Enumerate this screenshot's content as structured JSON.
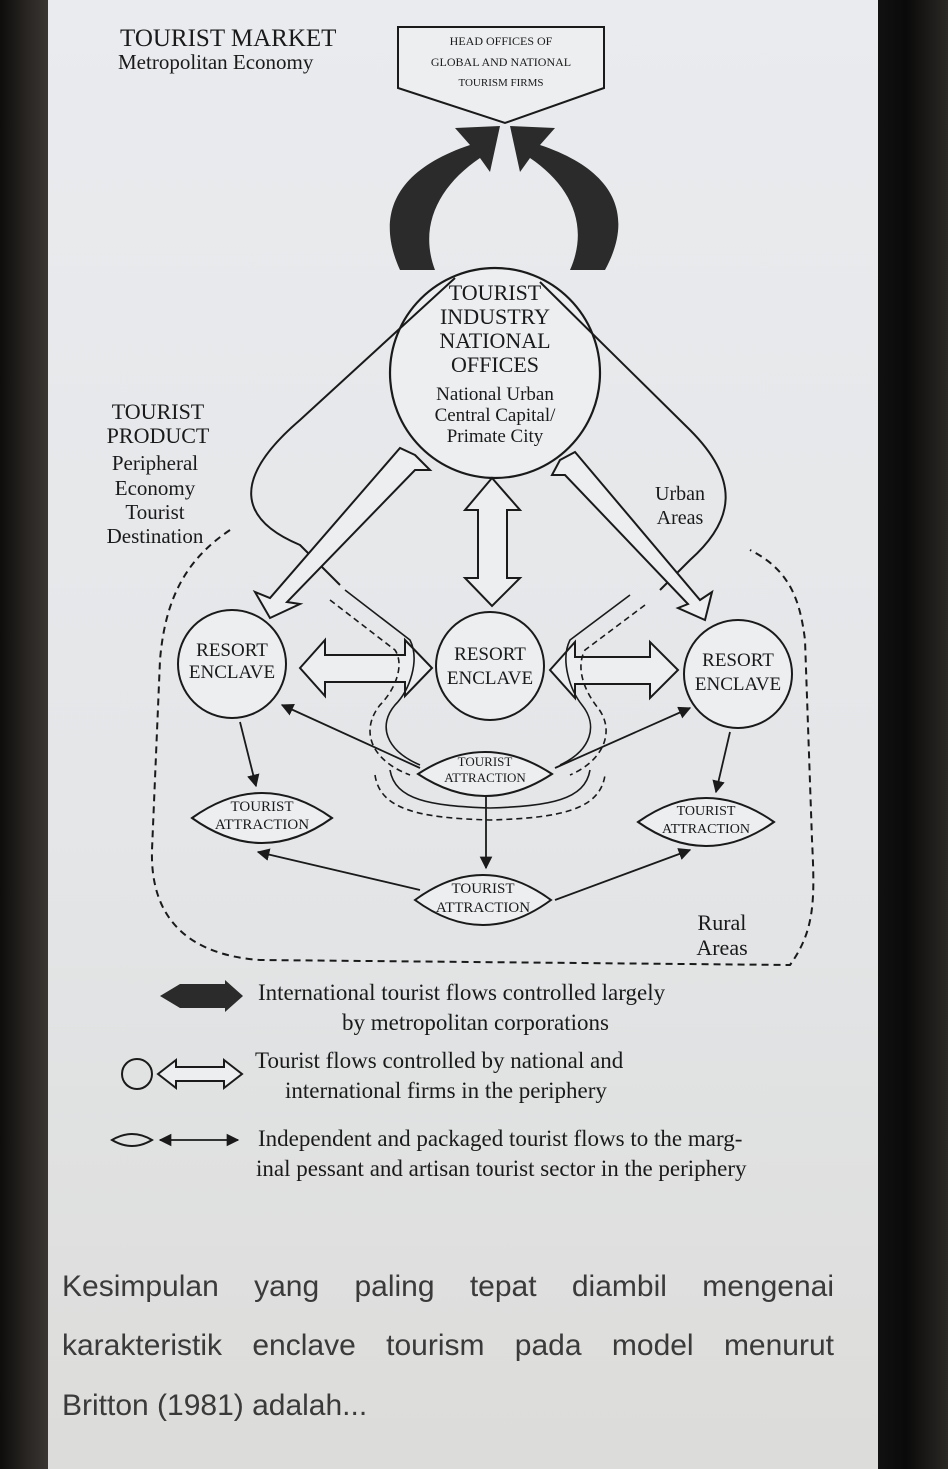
{
  "diagram": {
    "market_title": "TOURIST MARKET",
    "market_subtitle": "Metropolitan Economy",
    "head_offices": [
      "HEAD OFFICES OF",
      "GLOBAL AND NATIONAL",
      "TOURISM FIRMS"
    ],
    "industry_offices": [
      "TOURIST",
      "INDUSTRY",
      "NATIONAL",
      "OFFICES"
    ],
    "capital_city": [
      "National Urban",
      "Central Capital/",
      "Primate City"
    ],
    "product_labels": [
      "TOURIST",
      "PRODUCT",
      "Peripheral",
      "Economy",
      "Tourist",
      "Destination"
    ],
    "urban_areas": [
      "Urban",
      "Areas"
    ],
    "rural_areas": [
      "Rural",
      "Areas"
    ],
    "resort_enclave": [
      "RESORT",
      "ENCLAVE"
    ],
    "tourist_attraction": [
      "TOURIST",
      "ATTRACTION"
    ]
  },
  "legend": {
    "item1": [
      "International tourist flows controlled largely",
      "by metropolitan corporations"
    ],
    "item2": [
      "Tourist flows controlled by national and",
      "international firms in the periphery"
    ],
    "item3": [
      "Independent and packaged tourist flows to the marg-",
      "inal pessant and artisan tourist sector in the periphery"
    ]
  },
  "question": {
    "line1": "Kesimpulan yang paling tepat diambil mengenai",
    "line2": "karakteristik enclave tourism pada model menurut",
    "line3": "Britton (1981) adalah..."
  }
}
